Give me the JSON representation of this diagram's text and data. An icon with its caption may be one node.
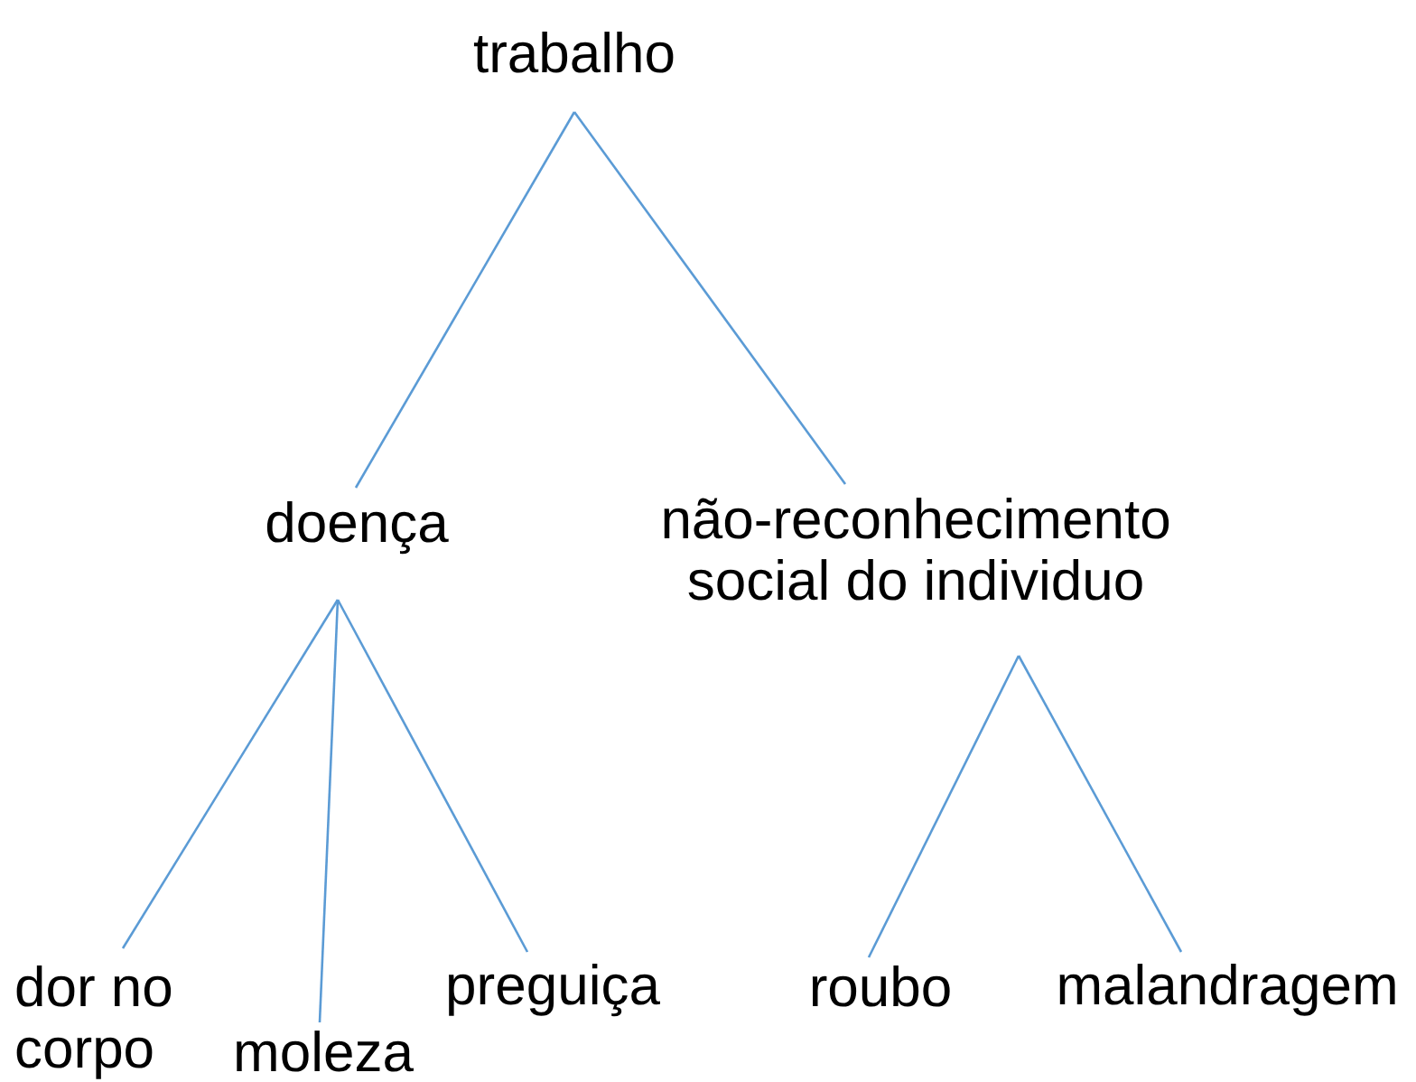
{
  "diagram": {
    "nodes": [
      {
        "text": [
          "trabalho"
        ]
      },
      {
        "text": [
          "doença"
        ]
      },
      {
        "text": [
          "não-reconhecimento social do individuo"
        ]
      },
      {
        "text": [
          "dor no corpo"
        ]
      },
      {
        "text": [
          "moleza"
        ]
      },
      {
        "text": [
          "preguiça"
        ]
      },
      {
        "text": [
          "roubo"
        ]
      },
      {
        "text": [
          "malandragem"
        ]
      }
    ],
    "edges": [
      {
        "from": 0,
        "to": 1,
        "arrow": "none"
      },
      {
        "from": 0,
        "to": 2,
        "arrow": "none"
      },
      {
        "from": 1,
        "to": 3,
        "arrow": "none"
      },
      {
        "from": 1,
        "to": 4,
        "arrow": "none"
      },
      {
        "from": 1,
        "to": 5,
        "arrow": "none"
      },
      {
        "from": 2,
        "to": 6,
        "arrow": "none"
      },
      {
        "from": 2,
        "to": 7,
        "arrow": "none"
      }
    ]
  }
}
